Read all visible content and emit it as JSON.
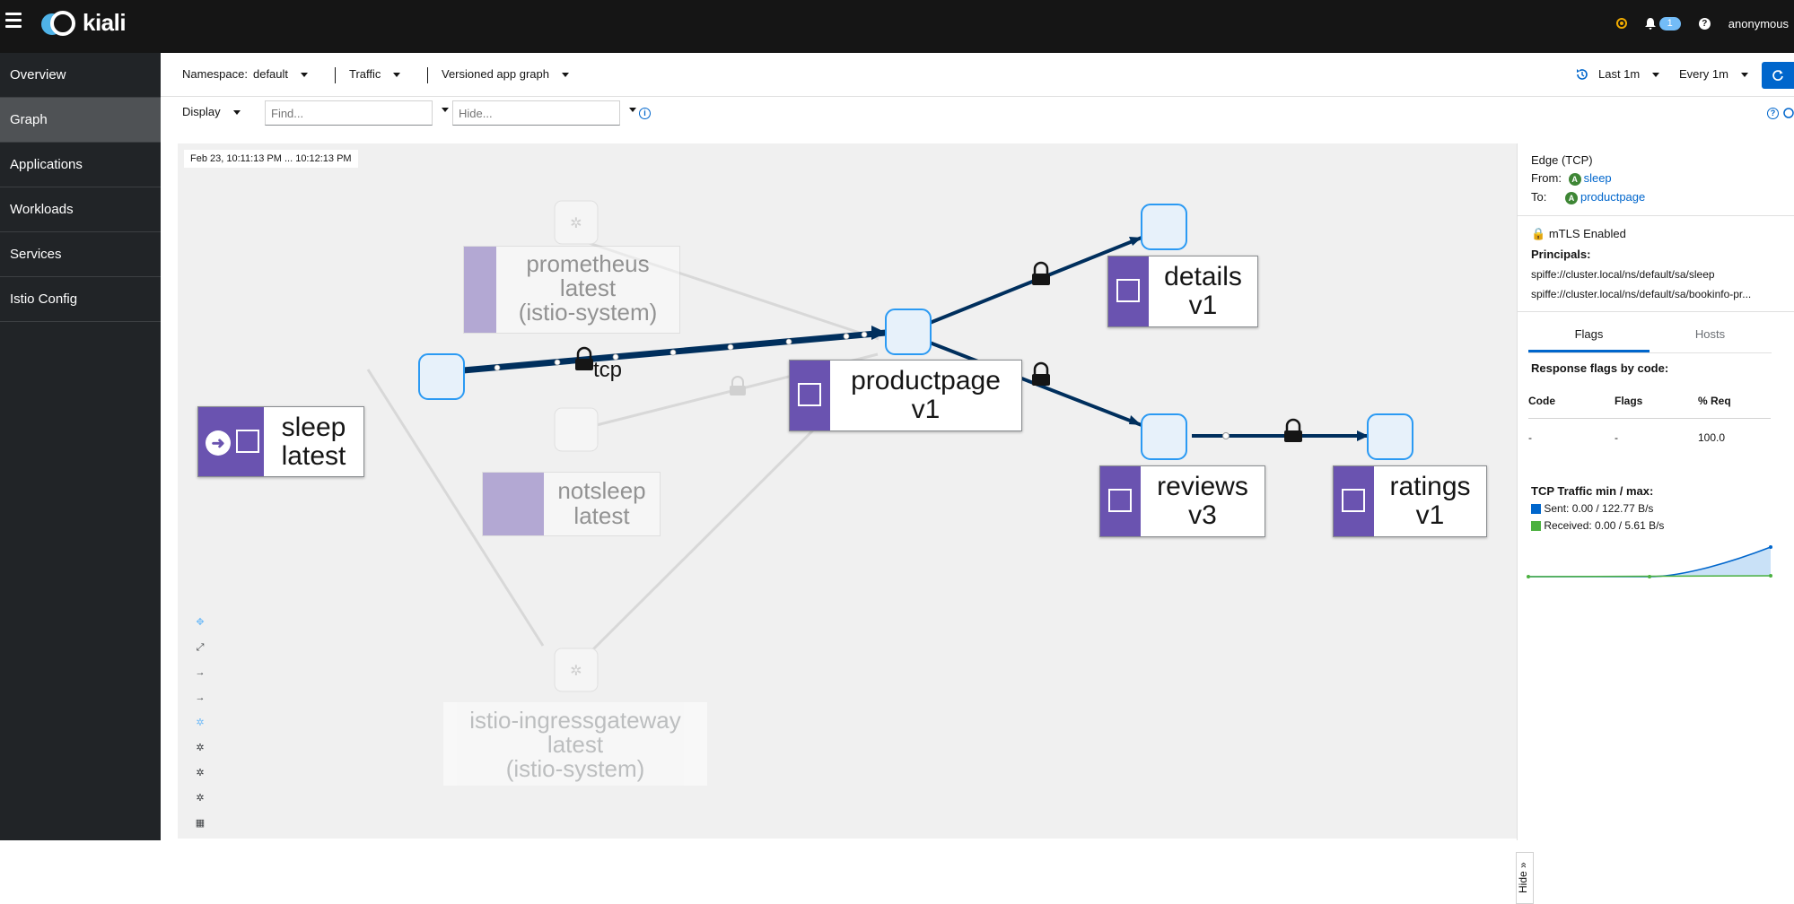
{
  "masthead": {
    "brand": "kiali",
    "notification_count": "1",
    "user": "anonymous"
  },
  "sidebar": {
    "items": [
      {
        "label": "Overview"
      },
      {
        "label": "Graph"
      },
      {
        "label": "Applications"
      },
      {
        "label": "Workloads"
      },
      {
        "label": "Services"
      },
      {
        "label": "Istio Config"
      }
    ],
    "active_index": 1
  },
  "toolbar": {
    "namespace_label": "Namespace:",
    "namespace_value": "default",
    "traffic_label": "Traffic",
    "graph_type": "Versioned app graph",
    "duration": "Last 1m",
    "refresh_interval": "Every 1m",
    "display_label": "Display",
    "find_placeholder": "Find...",
    "hide_placeholder": "Hide..."
  },
  "graph": {
    "timestamp": "Feb 23, 10:11:13 PM ... 10:12:13 PM",
    "edge_label": "tcp",
    "nodes": {
      "prometheus": {
        "line1": "prometheus",
        "line2": "latest",
        "line3": "(istio-system)"
      },
      "sleep": {
        "line1": "sleep",
        "line2": "latest"
      },
      "notsleep": {
        "line1": "notsleep",
        "line2": "latest"
      },
      "productpage": {
        "line1": "productpage",
        "line2": "v1"
      },
      "details": {
        "line1": "details",
        "line2": "v1"
      },
      "reviews": {
        "line1": "reviews",
        "line2": "v3"
      },
      "ratings": {
        "line1": "ratings",
        "line2": "v1"
      },
      "ingress": {
        "line1": "istio-ingressgateway",
        "line2": "latest",
        "line3": "(istio-system)"
      }
    },
    "hide_tab": "Hide"
  },
  "side_panel": {
    "title": "Edge (TCP)",
    "from_label": "From:",
    "from_value": "sleep",
    "to_label": "To:",
    "to_value": "productpage",
    "mtls": "mTLS Enabled",
    "principals_label": "Principals:",
    "principal_1": "spiffe://cluster.local/ns/default/sa/sleep",
    "principal_2": "spiffe://cluster.local/ns/default/sa/bookinfo-pr...",
    "tabs": [
      "Flags",
      "Hosts"
    ],
    "response_flags_title": "Response flags by code:",
    "table_headers": [
      "Code",
      "Flags",
      "% Req"
    ],
    "table_row": [
      "-",
      "-",
      "100.0"
    ],
    "tcp_title": "TCP Traffic min / max:",
    "sent": "Sent: 0.00 / 122.77 B/s",
    "received": "Received: 0.00 / 5.61 B/s",
    "colors": {
      "sent": "#0066cc",
      "received": "#4cb140"
    }
  }
}
